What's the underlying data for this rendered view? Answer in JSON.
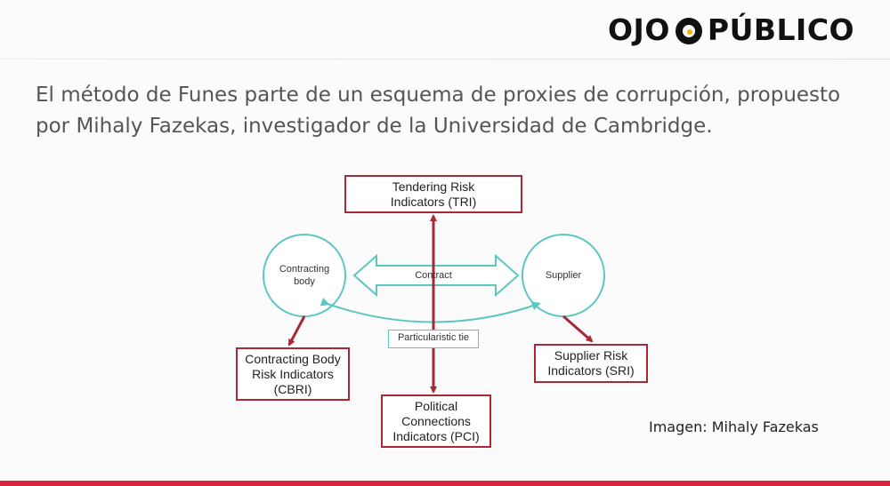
{
  "brand": {
    "logo_left": "OJO",
    "logo_right": "PÚBLICO",
    "accent_color": "#d7263d"
  },
  "intro": {
    "text": "El método de Funes parte de un esquema de proxies de corrupción, propuesto por Mihaly Fazekas, investigador de la Universidad de Cambridge."
  },
  "diagram": {
    "tri": "Tendering Risk Indicators (TRI)",
    "contracting_body": "Contracting body",
    "supplier": "Supplier",
    "contract": "Contract",
    "particularistic_tie": "Particularistic tie",
    "cbri": "Contracting Body Risk Indicators (CBRI)",
    "pci": "Political Connections Indicators (PCI)",
    "sri": "Supplier Risk Indicators (SRI)",
    "box_color": "#a62a33",
    "circle_color": "#5cc7c0"
  },
  "caption": {
    "text": "Imagen: Mihaly Fazekas"
  }
}
